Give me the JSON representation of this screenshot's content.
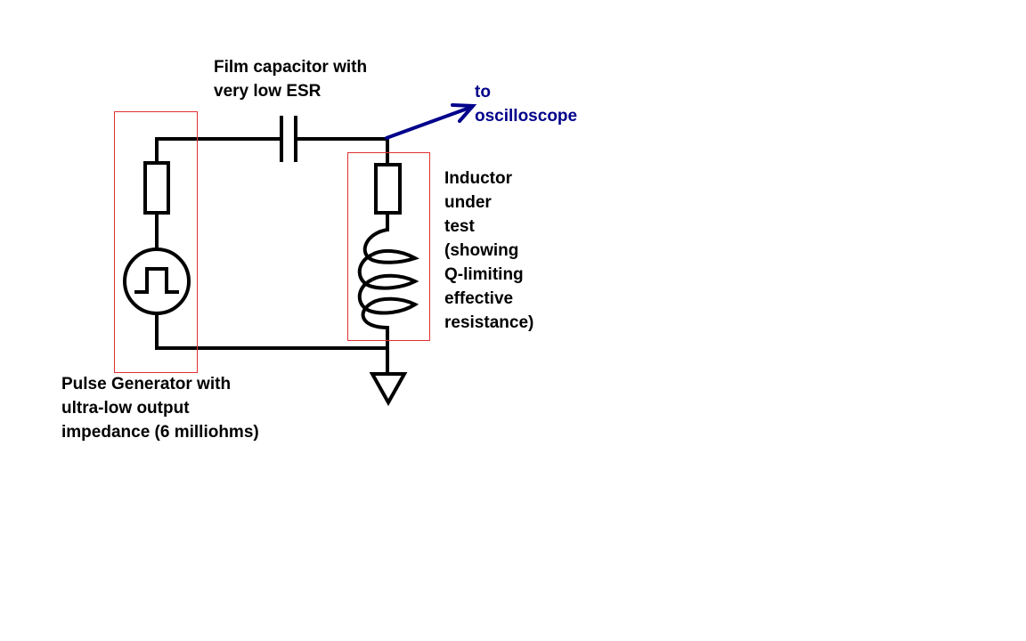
{
  "labels": {
    "capacitor": [
      "Film capacitor with",
      "very low ESR"
    ],
    "oscilloscope": [
      "to",
      "oscilloscope"
    ],
    "inductor": [
      "Inductor",
      "under",
      "test",
      "(showing",
      "Q-limiting",
      "effective",
      "resistance)"
    ],
    "pulse_generator": [
      "Pulse Generator with",
      "ultra-low output",
      "impedance (6 milliohms)"
    ]
  },
  "colors": {
    "wire": "#000000",
    "probe": "#00008b",
    "highlight_box": "#e03030",
    "text": "#000000",
    "probe_text": "#00008b"
  }
}
